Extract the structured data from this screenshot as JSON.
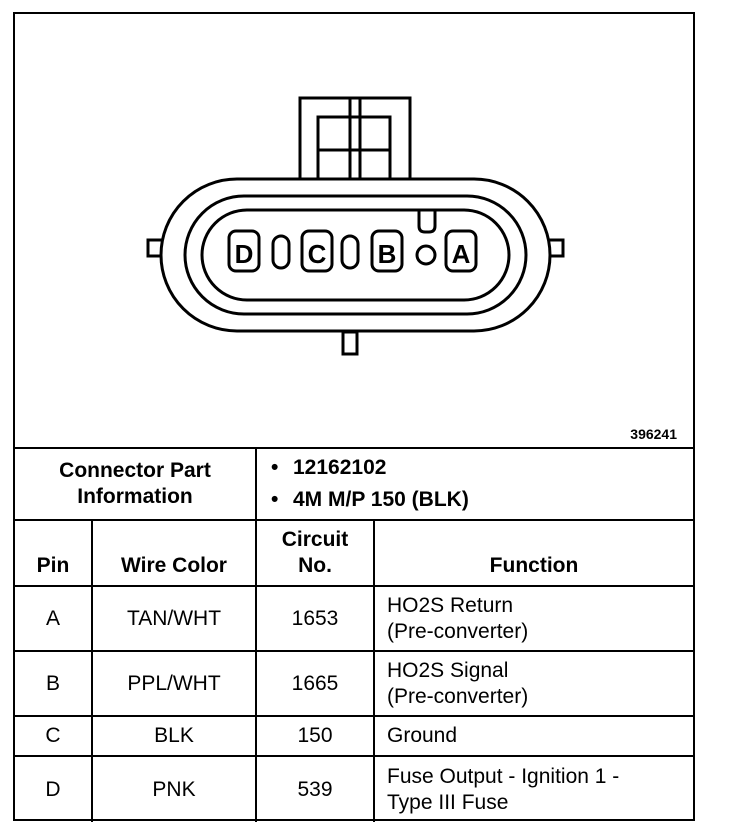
{
  "figure_id": "396241",
  "connector": {
    "pin_labels": [
      "D",
      "C",
      "B",
      "A"
    ]
  },
  "part_info": {
    "label_line1": "Connector Part",
    "label_line2": "Information",
    "items": [
      "12162102",
      "4M M/P 150 (BLK)"
    ]
  },
  "table": {
    "headers": {
      "pin": "Pin",
      "wire_color": "Wire Color",
      "circuit_line1": "Circuit",
      "circuit_line2": "No.",
      "function": "Function"
    },
    "rows": [
      {
        "pin": "A",
        "wire_color": "TAN/WHT",
        "circuit": "1653",
        "function_line1": "HO2S Return",
        "function_line2": "(Pre-converter)"
      },
      {
        "pin": "B",
        "wire_color": "PPL/WHT",
        "circuit": "1665",
        "function_line1": "HO2S Signal",
        "function_line2": "(Pre-converter)"
      },
      {
        "pin": "C",
        "wire_color": "BLK",
        "circuit": "150",
        "function_line1": "Ground",
        "function_line2": ""
      },
      {
        "pin": "D",
        "wire_color": "PNK",
        "circuit": "539",
        "function_line1": "Fuse Output - Ignition 1 -",
        "function_line2": "Type III Fuse"
      }
    ]
  }
}
